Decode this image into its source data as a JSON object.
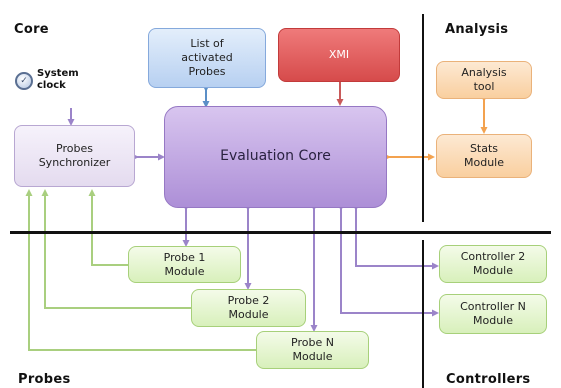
{
  "sections": {
    "core": "Core",
    "analysis": "Analysis",
    "probes": "Probes",
    "controllers": "Controllers"
  },
  "clock": {
    "icon": "clock-icon",
    "label": "System\nclock"
  },
  "boxes": {
    "probes_synchronizer": "Probes\nSynchronizer",
    "list_activated_probes": "List of\nactivated\nProbes",
    "xmi": "XMI",
    "evaluation_core": "Evaluation Core",
    "analysis_tool": "Analysis\ntool",
    "stats_module": "Stats\nModule",
    "probe_1": "Probe 1\nModule",
    "probe_2": "Probe 2\nModule",
    "probe_n": "Probe N\nModule",
    "controller_2": "Controller 2\nModule",
    "controller_n": "Controller N\nModule"
  },
  "colors": {
    "purple_arrow": "#9b84c9",
    "blue_arrow": "#5b8fc7",
    "red_arrow": "#c95a5a",
    "orange_arrow": "#f3a24f",
    "green_line": "#a9cf7f",
    "divider": "#111111"
  }
}
